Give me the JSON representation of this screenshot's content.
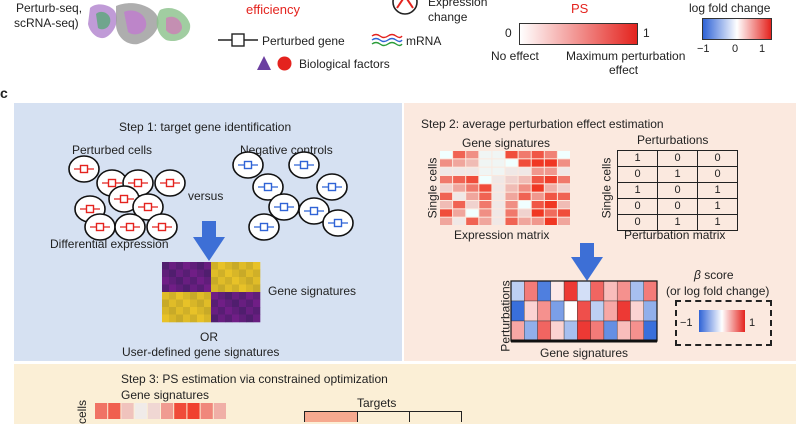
{
  "top": {
    "perturbseq_line1": "Perturb-seq,",
    "perturbseq_line2": "scRNA-seq)",
    "efficiency": "efficiency",
    "expression_line1": "Expression",
    "expression_line2": "change",
    "ps_title": "PS",
    "ps_min": "0",
    "ps_max": "1",
    "no_effect": "No effect",
    "max_effect_line1": "Maximum perturbation",
    "max_effect_line2": "effect",
    "log_fold_change": "log fold change",
    "lfc_min": "−1",
    "lfc_mid": "0",
    "lfc_max": "1",
    "legend_perturbed_gene": "Perturbed gene",
    "legend_mrna": "mRNA",
    "legend_biological": "Biological factors"
  },
  "panel_letter": "c",
  "step1": {
    "title": "Step 1: target gene identification",
    "perturbed_cells": "Perturbed cells",
    "negative_controls": "Negative controls",
    "versus": "versus",
    "differential_expression": "Differential expression",
    "gene_signatures": "Gene signatures",
    "or": "OR",
    "user_defined": "User-defined gene signatures"
  },
  "step2": {
    "title": "Step 2: average perturbation effect estimation",
    "gene_signatures": "Gene signatures",
    "single_cells": "Single cells",
    "expression_matrix": "Expression matrix",
    "perturbations": "Perturbations",
    "single_cells_right": "Single cells",
    "perturbation_matrix": "Perturbation matrix",
    "matrix": [
      [
        "1",
        "0",
        "0"
      ],
      [
        "0",
        "1",
        "0"
      ],
      [
        "1",
        "0",
        "1"
      ],
      [
        "0",
        "0",
        "1"
      ],
      [
        "0",
        "1",
        "1"
      ]
    ],
    "perturbations_axis": "Perturbations",
    "gene_signatures_bottom": "Gene signatures",
    "beta_symbol": "β",
    "beta_score": " score",
    "or_lfc": "(or log fold change)",
    "beta_min": "−1",
    "beta_max": "1"
  },
  "step3": {
    "title": "Step 3: PS estimation via constrained optimization",
    "gene_signatures": "Gene signatures",
    "cells": "cells",
    "targets": "Targets"
  },
  "colors": {
    "panel1_bg": "#d6e1f2",
    "panel2_bg": "#fbe9df",
    "panel3_bg": "#fbefd6",
    "accent_red": "#e4231e",
    "accent_blue": "#2f63d6",
    "purple": "#6b3fa0"
  }
}
